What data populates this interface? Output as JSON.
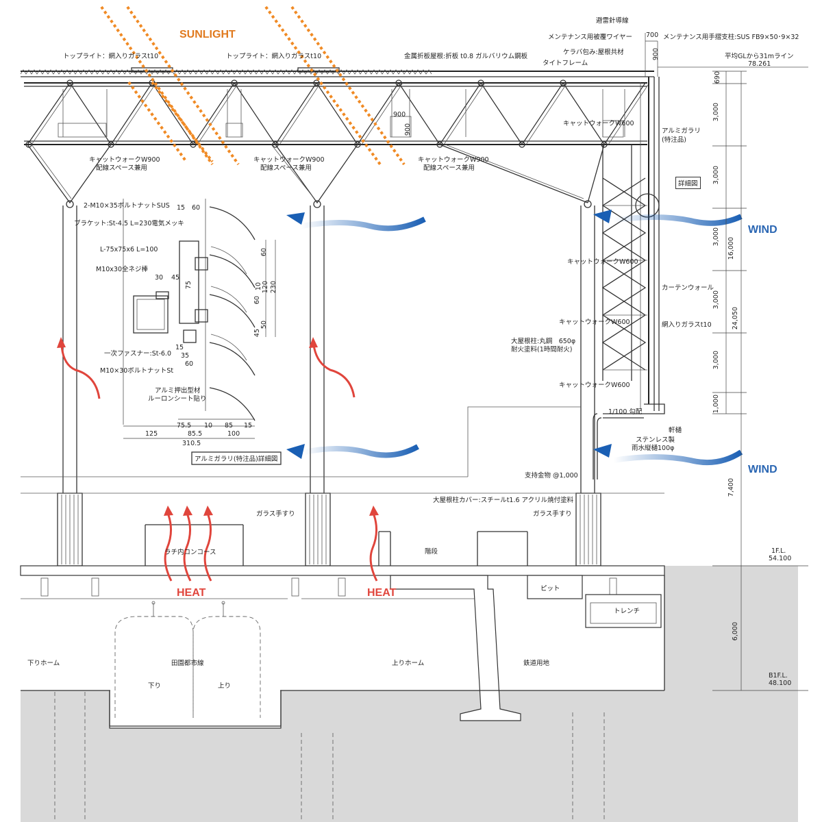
{
  "labels": {
    "sunlight": "SUNLIGHT",
    "wind": "WIND",
    "heat": "HEAT",
    "toplight": "トップライト：網入りガラスt10",
    "roof": "金属折板屋根:折板 t0.8 ガルバリウム鋼板",
    "kerabaRoof": "ケラバ包み:屋根共材",
    "tieFrame": "タイトフレーム",
    "lightningWire": "避雷針導線",
    "maintWire": "メンテナンス用被覆ワイヤー",
    "maintPost": "メンテナンス用手摺支柱:SUS FB9×50･9×32",
    "avgGL": "平均GLから31mライン",
    "avgGLLevel": "78.261",
    "catwalk600": "キャットウォークW600",
    "catwalk900a": "キャットウォークW900",
    "catwalk900b": "配線スペース兼用",
    "alumiLouver1": "アルミガラリ",
    "alumiLouver2": "(特注品)",
    "detail": "詳細図",
    "curtainWall": "カーテンウォール",
    "wiredGlass": "網入りガラスt10",
    "mainCol1": "大屋根柱:丸鋼　650φ",
    "mainCol2": "耐火塗料(1時間耐火)",
    "slope": "1/100 勾配",
    "eaveGutter": "軒樋",
    "drainPipe1": "ステンレス製",
    "drainPipe2": "雨水縦樋100φ",
    "support": "支持金物 @1,000",
    "colCover": "大屋根柱カバー:スチールt1.6 アクリル焼付塗料",
    "glassRail": "ガラス手すり",
    "concourse": "ラチ内コンコース",
    "stairs": "階段",
    "pit": "ピット",
    "trench": "トレンチ",
    "downPlatform": "下りホーム",
    "denentoshi": "田園都市線",
    "down": "下り",
    "up": "上り",
    "upPlatform": "上りホーム",
    "railLand": "鉄道用地",
    "fl1": "1F.L.",
    "fl1Level": "54.100",
    "b1fl": "B1F.L.",
    "b1flLevel": "48.100",
    "bolt1": "2-M10×35ボルトナットSUS",
    "bracket": "ブラケット:St-4.5 L=230電気メッキ",
    "angle": "L-75x75x6 L=100",
    "rod": "M10x30全ネジ棒",
    "fastener": "一次ファスナー:St-6.0",
    "bolt2": "M10×30ボルトナットSt",
    "extrusion1": "アルミ押出型材",
    "extrusion2": "ルーロンシート貼り",
    "detailTitle": "アルミガラリ(特注品)詳細図"
  },
  "dims": {
    "d700": "700",
    "d900": "900",
    "d690": "690",
    "d3000": "3,000",
    "d16000": "16,000",
    "d24050": "24,050",
    "d1000": "1,000",
    "d7400": "7,400",
    "d6000": "6,000",
    "dt900a": "900",
    "dt900b": "900",
    "det15": "15",
    "det60": "60",
    "det30": "30",
    "det45": "45",
    "det75": "75",
    "detR60": "60",
    "detR10": "10",
    "detR120": "120",
    "detR230": "230",
    "detR60b": "60",
    "detR50": "50",
    "detR45": "45",
    "detB15": "15",
    "detB35": "35",
    "detB60": "60",
    "detH75_5": "75.5",
    "detH10": "10",
    "detH85": "85",
    "detH15": "15",
    "detH125": "125",
    "detH85_5": "85.5",
    "detH100": "100",
    "detH310_5": "310.5"
  },
  "colors": {
    "sunlight": "#e07a1f",
    "wind": "#2a66b3",
    "heat": "#e0453c",
    "ground": "#d9d9d9"
  }
}
